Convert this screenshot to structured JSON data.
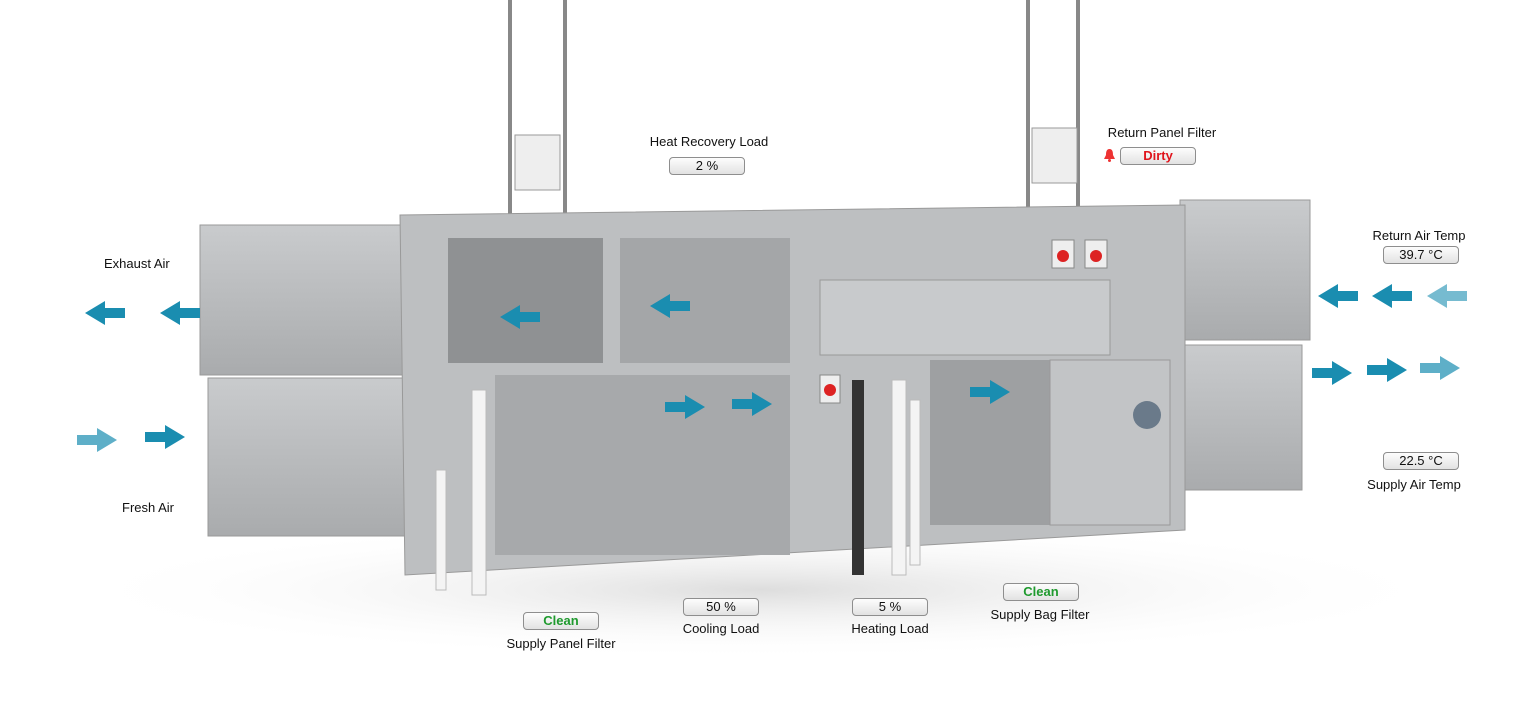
{
  "labels": {
    "exhaust_air": "Exhaust Air",
    "fresh_air": "Fresh Air",
    "heat_recovery_load": "Heat Recovery Load",
    "return_panel_filter": "Return Panel Filter",
    "return_air_temp": "Return Air Temp",
    "supply_air_temp": "Supply Air Temp",
    "supply_panel_filter": "Supply Panel Filter",
    "cooling_load": "Cooling Load",
    "heating_load": "Heating Load",
    "supply_bag_filter": "Supply Bag Filter"
  },
  "values": {
    "heat_recovery_load": "2 %",
    "return_panel_filter": "Dirty",
    "return_air_temp": "39.7 °C",
    "supply_air_temp": "22.5 °C",
    "supply_panel_filter": "Clean",
    "cooling_load": "50 %",
    "heating_load": "5 %",
    "supply_bag_filter": "Clean"
  },
  "alarms": {
    "return_panel_filter": "bell-icon"
  },
  "colors": {
    "airflow": "#1a8db0",
    "clean": "#1f9a2e",
    "dirty": "#e0141c",
    "unit": "#b9bbbd"
  }
}
